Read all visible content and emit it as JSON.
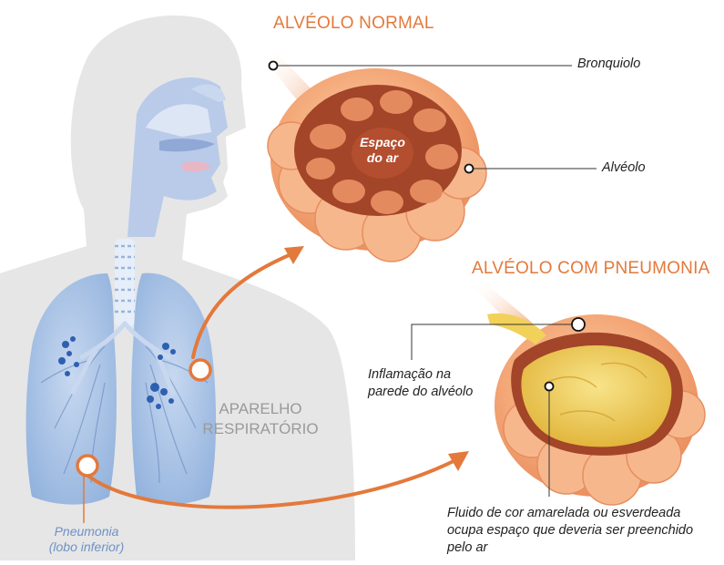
{
  "headings": {
    "normal": "ALVÉOLO NORMAL",
    "pneumonia": "ALVÉOLO COM PNEUMONIA"
  },
  "labels": {
    "bronchiole": "Bronquiolo",
    "alveolus": "Alvéolo",
    "air_space_line1": "Espaço",
    "air_space_line2": "do ar",
    "inflammation_line1": "Inflamação na",
    "inflammation_line2": "parede do alvéolo",
    "fluid_line1": "Fluido de cor amarelada ou esverdeada",
    "fluid_line2": "ocupa espaço que deveria ser preenchido",
    "fluid_line3": "pelo ar",
    "system_line1": "APARELHO",
    "system_line2": "RESPIRATÓRIO",
    "pneumonia_line1": "Pneumonia",
    "pneumonia_line2": "(lobo inferior)"
  },
  "colors": {
    "accent": "#e3793b",
    "lung_blue": "#9bb7e0",
    "body_gray": "#e6e6e6",
    "fluid_yellow": "#f2d15a",
    "tissue_peach": "#f2a77a"
  }
}
